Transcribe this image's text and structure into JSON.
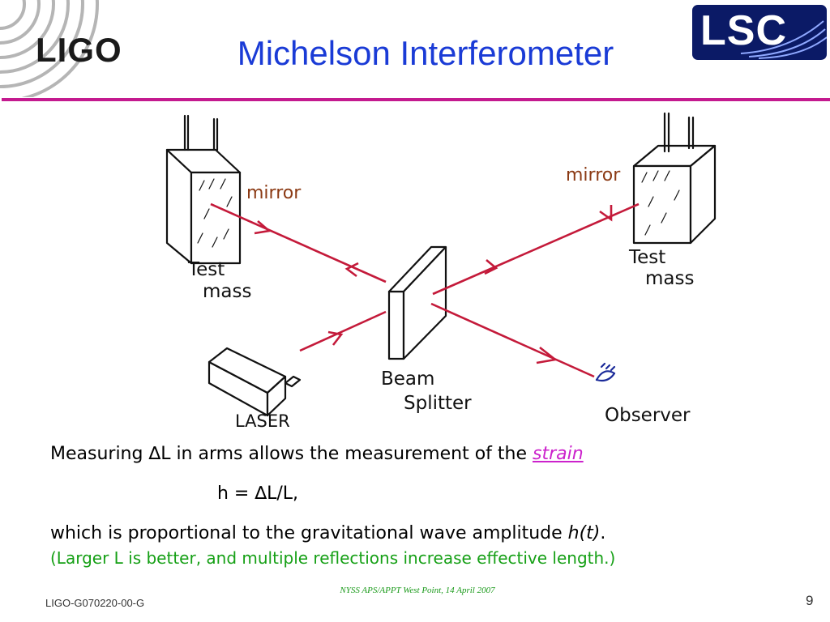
{
  "logos": {
    "ligo_text": "LIGO",
    "lsc_text": "LSC"
  },
  "title": "Michelson Interferometer",
  "diagram": {
    "labels": {
      "mirror_left": "mirror",
      "mirror_right": "mirror",
      "test_mass_left_1": "Test",
      "test_mass_left_2": "mass",
      "test_mass_right_1": "Test",
      "test_mass_right_2": "mass",
      "beam_1": "Beam",
      "beam_2": "Splitter",
      "laser": "LASER",
      "observer": "Observer"
    },
    "colors": {
      "beam": "#c41a3a",
      "label_brown": "#8b3a14",
      "ink": "#111111"
    }
  },
  "text": {
    "line1_prefix": "Measuring ",
    "delta": "∆",
    "line1_mid": "L in arms allows the measurement of the ",
    "strain": "strain",
    "line2_prefix": "h = ",
    "line2_suffix": "L/L,",
    "line3_prefix": "which is proportional to the gravitational wave amplitude ",
    "line3_ht": "h(t)",
    "line3_suffix": ".",
    "line4": "(Larger L is better, and multiple reflections increase effective length.)"
  },
  "footer": {
    "center": "NYSS APS/APPT West Point, 14 April 2007",
    "left": "LIGO-G070220-00-G",
    "page_number": "9"
  }
}
